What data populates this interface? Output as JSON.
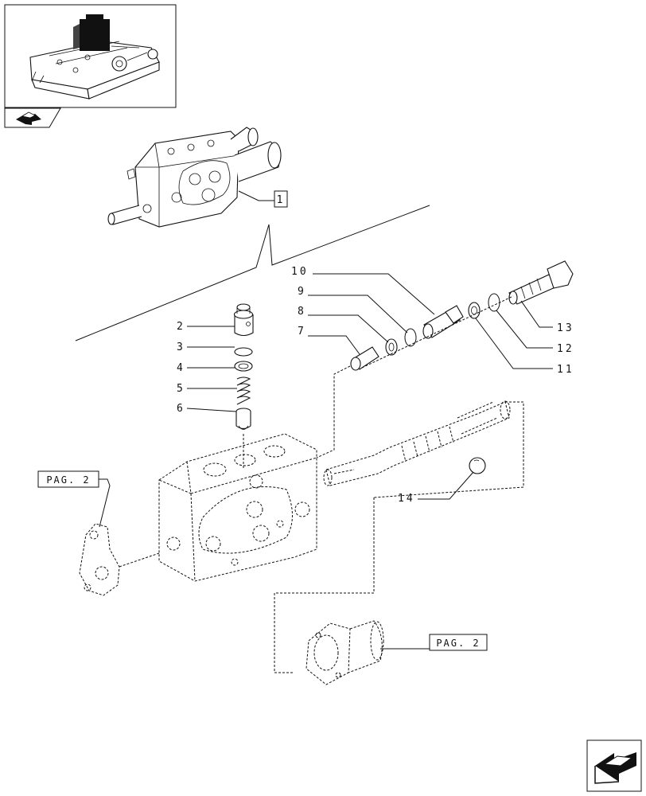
{
  "diagram": {
    "assembly_ref": "1",
    "pag_left": "PAG. 2",
    "pag_right": "PAG. 2",
    "callouts": [
      {
        "id": "c2",
        "text": "2"
      },
      {
        "id": "c3",
        "text": "3"
      },
      {
        "id": "c4",
        "text": "4"
      },
      {
        "id": "c5",
        "text": "5"
      },
      {
        "id": "c6",
        "text": "6"
      },
      {
        "id": "c7",
        "text": "7"
      },
      {
        "id": "c8",
        "text": "8"
      },
      {
        "id": "c9",
        "text": "9"
      },
      {
        "id": "c10",
        "text": "10"
      },
      {
        "id": "c11",
        "text": "11"
      },
      {
        "id": "c12",
        "text": "12"
      },
      {
        "id": "c13",
        "text": "13"
      },
      {
        "id": "c14",
        "text": "14"
      }
    ]
  },
  "icons": {
    "overview": "tractor-lift-unit-icon",
    "nav_small": "back-arrow-icon",
    "nav_large": "back-arrow-icon"
  }
}
